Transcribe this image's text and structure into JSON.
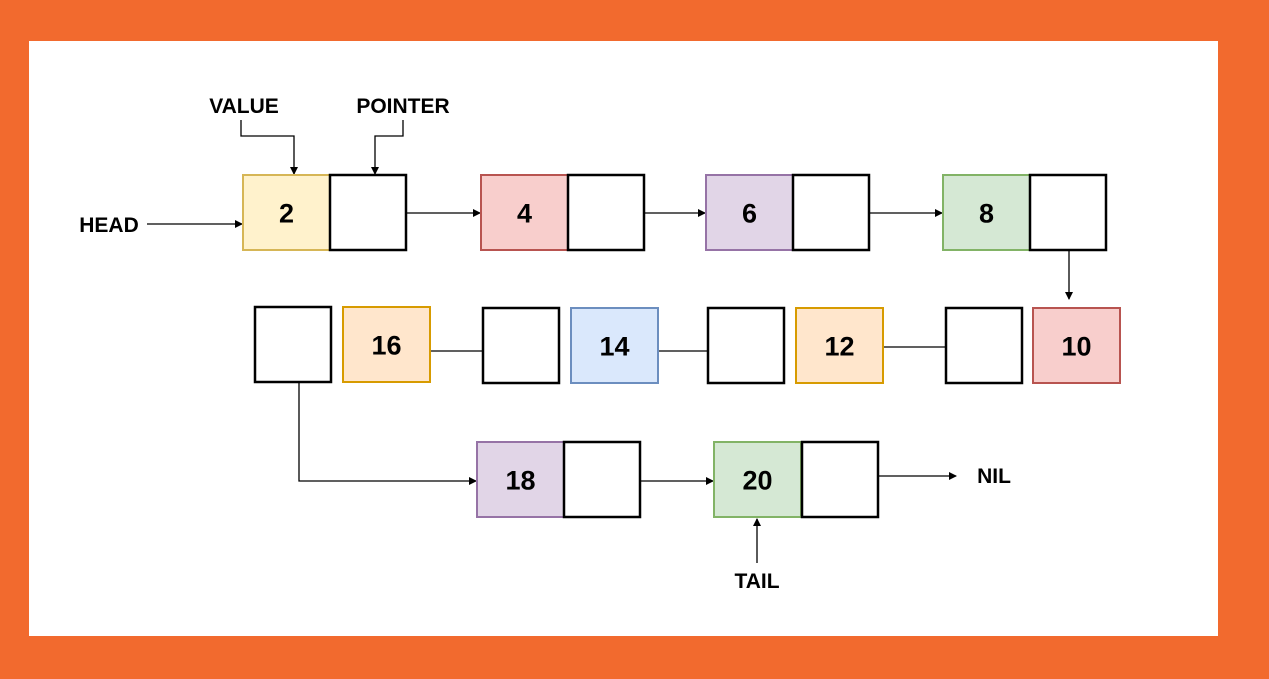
{
  "labels": {
    "value": "VALUE",
    "pointer": "POINTER",
    "head": "HEAD",
    "tail": "TAIL",
    "nil": "NIL"
  },
  "nodes": [
    {
      "value": "2",
      "fill": "#fff2cc",
      "stroke": "#d6b656"
    },
    {
      "value": "4",
      "fill": "#f8cecc",
      "stroke": "#b85450"
    },
    {
      "value": "6",
      "fill": "#e1d5e7",
      "stroke": "#9673a6"
    },
    {
      "value": "8",
      "fill": "#d5e8d4",
      "stroke": "#82b366"
    },
    {
      "value": "10",
      "fill": "#f8cecc",
      "stroke": "#b85450"
    },
    {
      "value": "12",
      "fill": "#ffe6cc",
      "stroke": "#d79b00"
    },
    {
      "value": "14",
      "fill": "#dae8fc",
      "stroke": "#6c8ebf"
    },
    {
      "value": "16",
      "fill": "#ffe6cc",
      "stroke": "#d79b00"
    },
    {
      "value": "18",
      "fill": "#e1d5e7",
      "stroke": "#9673a6"
    },
    {
      "value": "20",
      "fill": "#d5e8d4",
      "stroke": "#82b366"
    }
  ],
  "colors": {
    "frame": "#f26a2e",
    "canvas": "#ffffff",
    "line": "#000000"
  }
}
